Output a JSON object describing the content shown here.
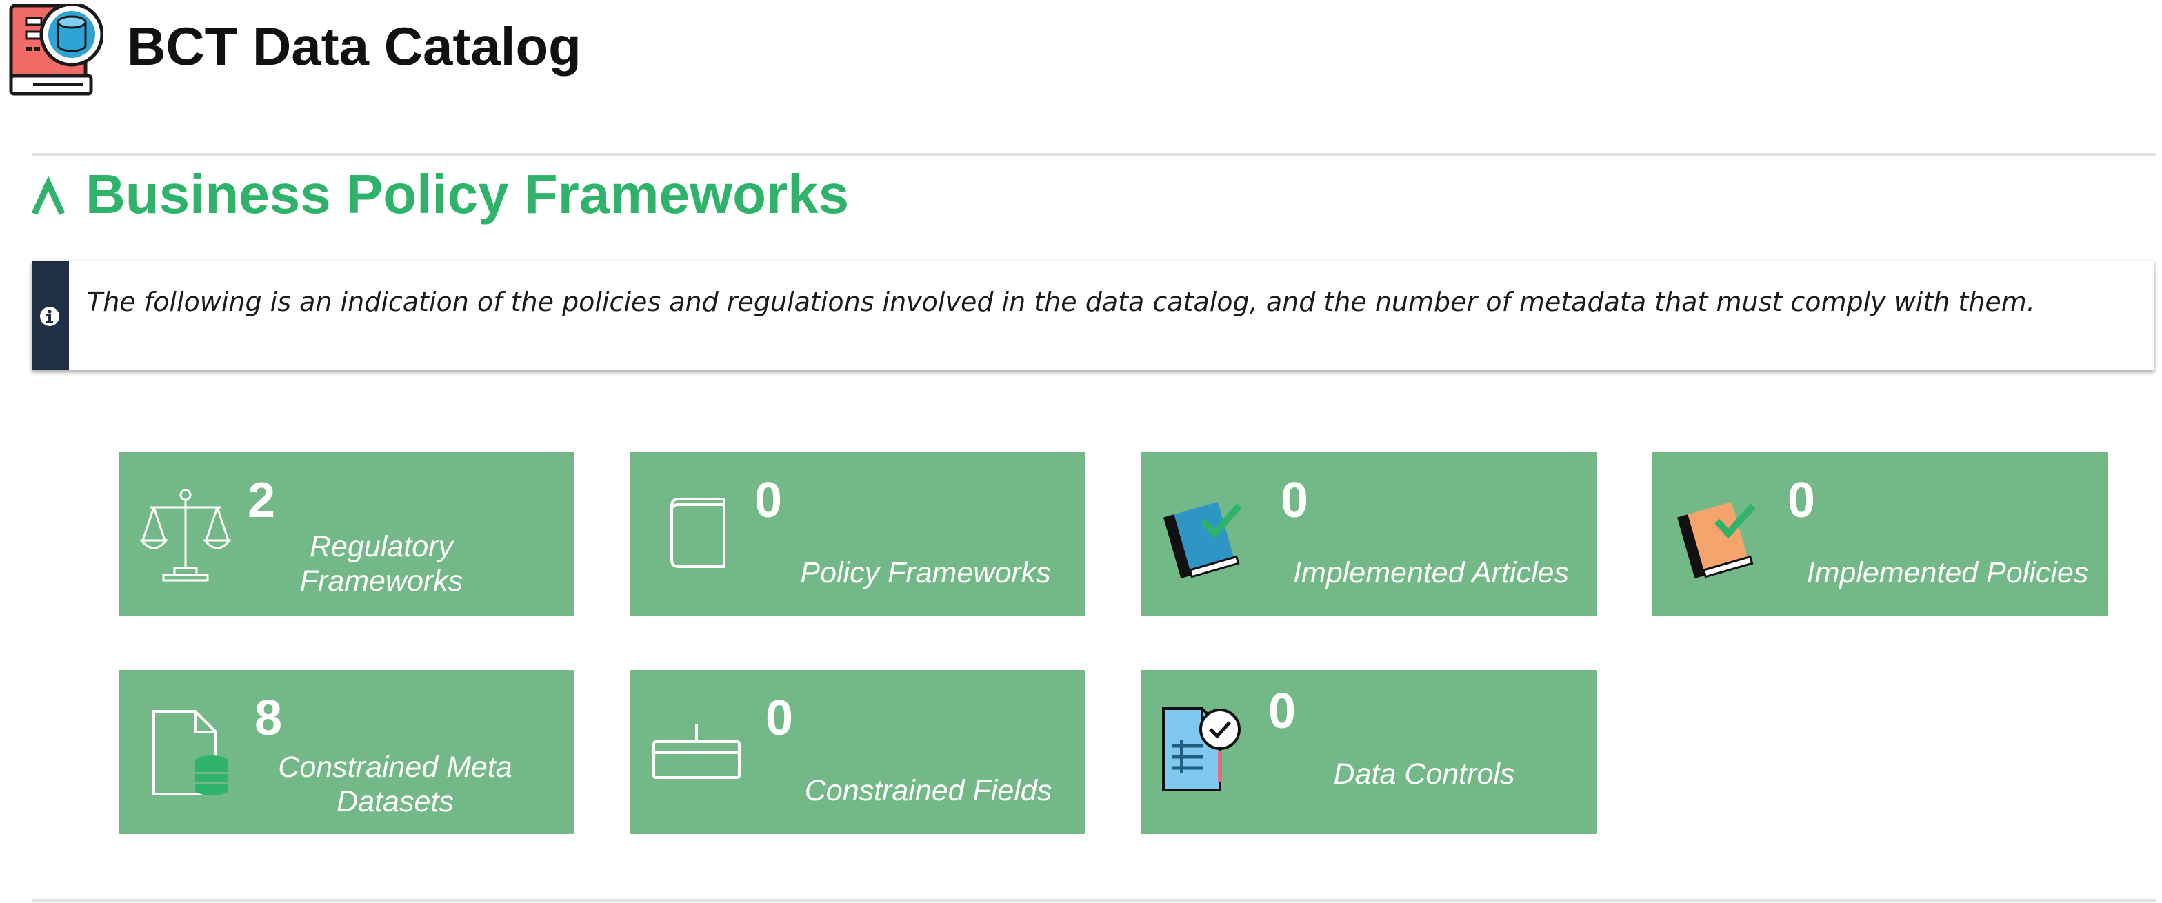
{
  "header": {
    "app_title": "BCT Data Catalog",
    "logo_icon": "data-catalog-book-icon"
  },
  "section": {
    "title": "Business Policy Frameworks",
    "toggle_glyph": "^",
    "toggle_icon": "chevron-up-icon",
    "accent_color": "#2fb36b"
  },
  "info": {
    "icon": "info-icon",
    "text": "The following is an indication of the policies and regulations involved in the data catalog, and the number of metadata that must comply with them."
  },
  "colors": {
    "card_background": "#73b987",
    "banner_stripe": "#1f2f44"
  },
  "cards": [
    {
      "count": "2",
      "label": "Regulatory\nFrameworks",
      "icon": "scales-icon"
    },
    {
      "count": "0",
      "label": "Policy Frameworks",
      "icon": "book-outline-icon"
    },
    {
      "count": "0",
      "label": "Implemented Articles",
      "icon": "blue-book-check-icon"
    },
    {
      "count": "0",
      "label": "Implemented Policies",
      "icon": "orange-book-check-icon"
    },
    {
      "count": "8",
      "label": "Constrained Meta\nDatasets",
      "icon": "file-database-icon"
    },
    {
      "count": "0",
      "label": "Constrained Fields",
      "icon": "field-input-icon"
    },
    {
      "count": "0",
      "label": "Data Controls",
      "icon": "document-magnifier-icon"
    }
  ]
}
